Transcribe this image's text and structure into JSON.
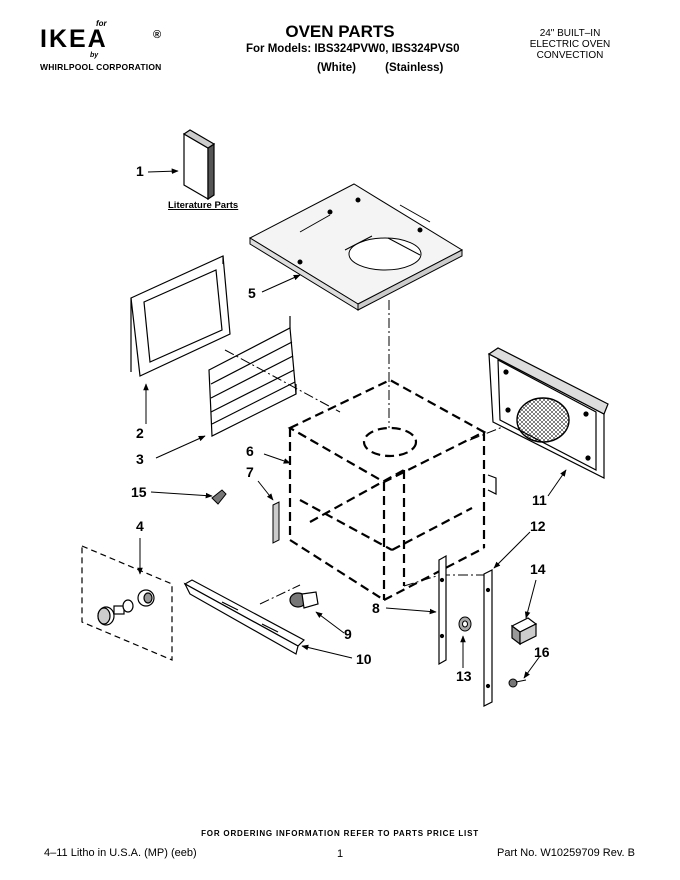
{
  "header": {
    "logo_for": "for",
    "logo_brand": "IKEA",
    "logo_registered": "®",
    "logo_by": "by",
    "logo_corp": "WHIRLPOOL CORPORATION",
    "title": "OVEN PARTS",
    "models": "For Models: IBS324PVW0, IBS324PVS0",
    "variant_white": "(White)",
    "variant_stainless": "(Stainless)",
    "spec_line1": "24\" BUILT–IN",
    "spec_line2": "ELECTRIC OVEN",
    "spec_line3": "CONVECTION"
  },
  "diagram": {
    "literature_label": "Literature Parts",
    "callouts": [
      "1",
      "2",
      "3",
      "4",
      "5",
      "6",
      "7",
      "8",
      "9",
      "10",
      "11",
      "12",
      "13",
      "14",
      "15",
      "16"
    ]
  },
  "footer": {
    "ordering_note": "FOR ORDERING INFORMATION REFER TO PARTS PRICE LIST",
    "litho": "4–11 Litho in U.S.A. (MP) (eeb)",
    "page_number": "1",
    "part_number": "Part No. W10259709 Rev. B"
  }
}
